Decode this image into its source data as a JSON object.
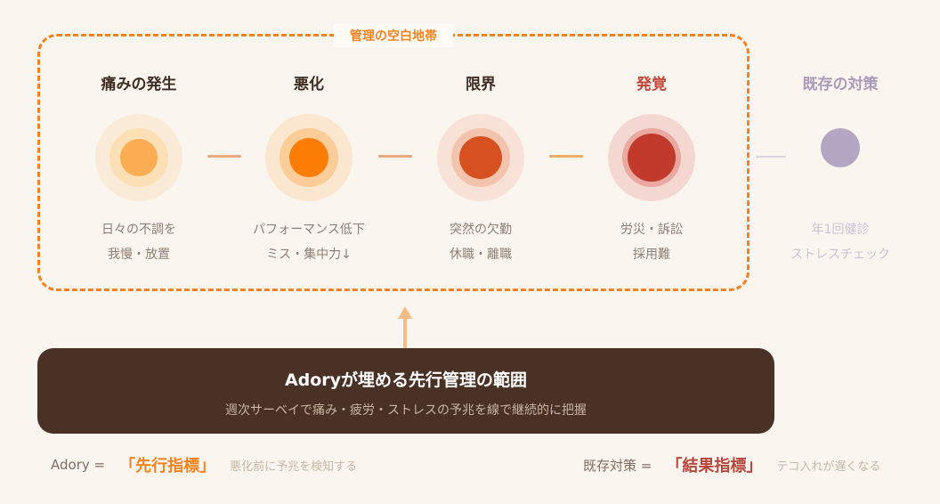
{
  "page": {
    "background": "#FBF5EF"
  },
  "blind_zone": {
    "label": "管理の空白地帯",
    "label_color": "#F5821F",
    "border_color": "#F5821F",
    "stages": [
      {
        "title": "痛みの発生",
        "title_color": "#3E2D22",
        "desc1": "日々の不調を",
        "desc2": "我慢・放置",
        "outer": "#FAEBD8",
        "mid": "#FCDFB5",
        "inner": "#FAAD52"
      },
      {
        "title": "悪化",
        "title_color": "#3E2D22",
        "desc1": "パフォーマンス低下",
        "desc2": "ミス・集中力↓",
        "outer": "#FBE6CF",
        "mid": "#FCCC99",
        "inner": "#FB7D06"
      },
      {
        "title": "限界",
        "title_color": "#3E2D22",
        "desc1": "突然の欠勤",
        "desc2": "休職・離職",
        "outer": "#F8E1D6",
        "mid": "#F3C3AD",
        "inner": "#D6511F"
      },
      {
        "title": "発覚",
        "title_color": "#C2453A",
        "desc1": "労災・訴訟",
        "desc2": "採用難",
        "outer": "#F5D7D2",
        "mid": "#E9A9A0",
        "inner": "#C13A2B"
      }
    ],
    "connector_colors": [
      "#ECAB7E",
      "#ECAB7E",
      "#F0AF69"
    ]
  },
  "existing_measures": {
    "title": "既存の対策",
    "title_color": "#A89BB9",
    "circle_color": "#B3A6C2",
    "connector_color": "#DCD5E3",
    "desc1": "年1回健診",
    "desc2": "ストレスチェック",
    "desc_color": "#CBC2D6"
  },
  "coverage_box": {
    "background": "#4A3126",
    "title": "Adoryが埋める先行管理の範囲",
    "title_color": "#FFFFFF",
    "subtitle": "週次サーベイで痛み・疲労・ストレスの予兆を線で継続的に把握",
    "subtitle_color": "#C9B5A2",
    "arrow_color": "#F6BC83"
  },
  "legend": {
    "adory": {
      "prefix": "Adory =",
      "term": "「先行指標」",
      "term_color": "#F5821F",
      "desc": "悪化前に予兆を検知する"
    },
    "existing": {
      "prefix": "既存対策 =",
      "term": "「結果指標」",
      "term_color": "#B5473C",
      "desc": "テコ入れが遅くなる"
    }
  },
  "text_colors": {
    "stage_desc": "#8D7F73",
    "legend_prefix": "#7D6C60",
    "legend_desc": "#C7B7A6"
  }
}
